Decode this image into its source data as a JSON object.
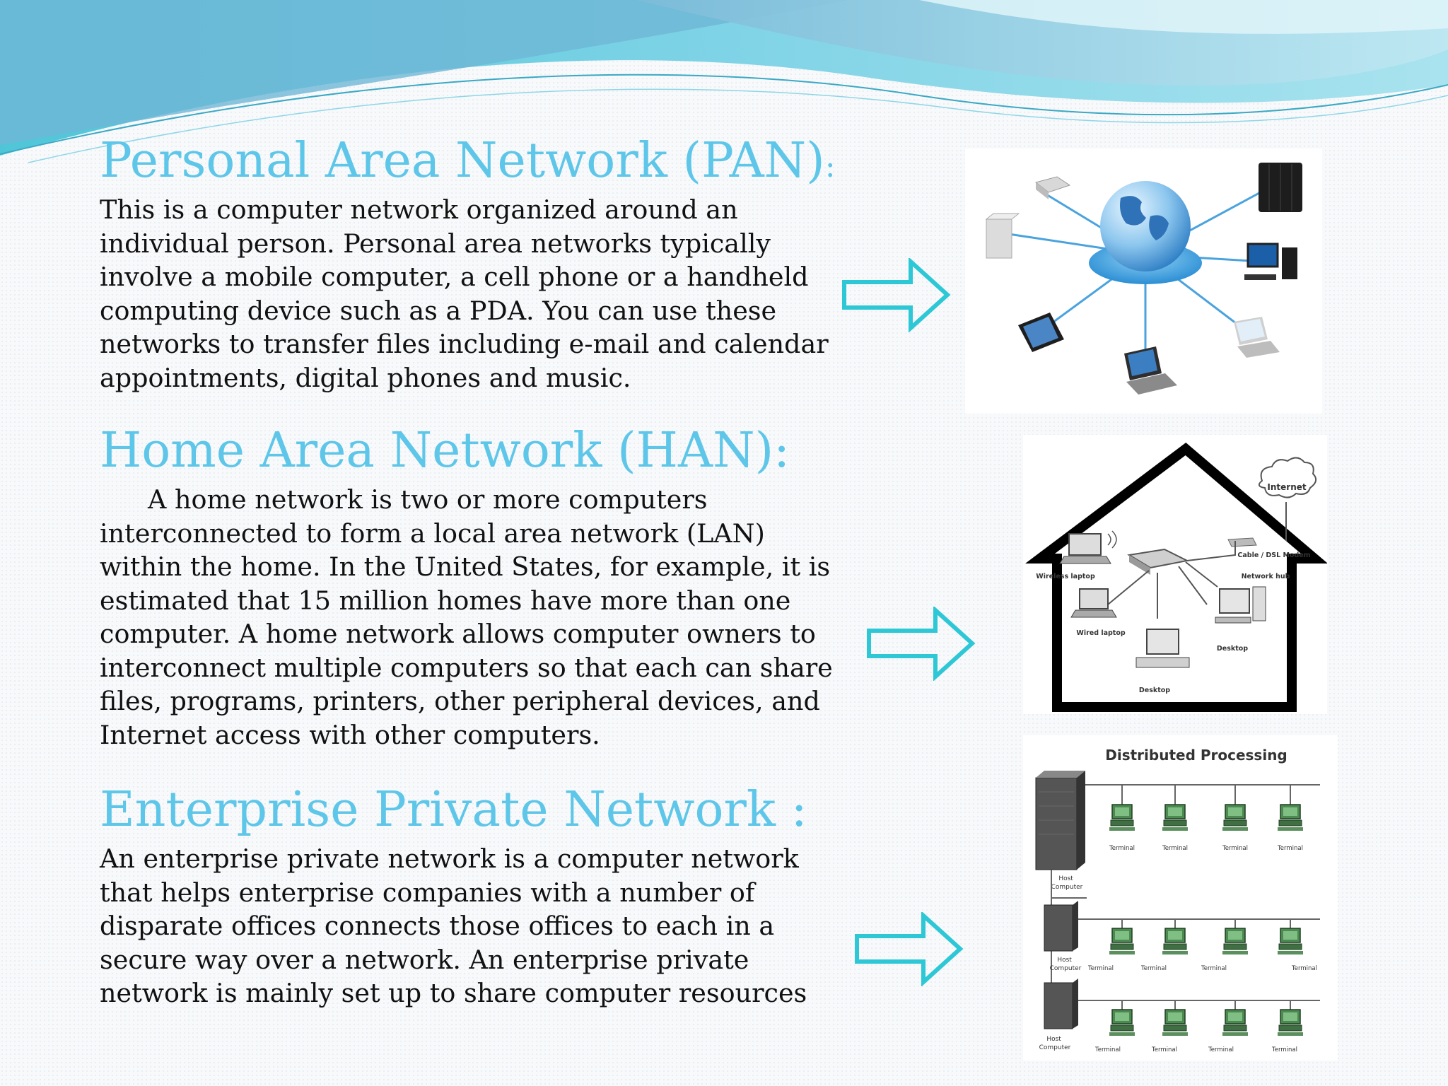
{
  "sections": {
    "pan": {
      "title": "Personal Area Network (PAN)",
      "title_suffix": ":",
      "body": "This is a computer network organized around an individual person. Personal area networks typically involve a mobile computer, a cell phone or a handheld computing device such as a PDA. You can use these networks to transfer files including e-mail and calendar appointments, digital phones and music."
    },
    "han": {
      "title": "Home Area Network (HAN):",
      "body": "A home network is two or more computers interconnected to form a local area network (LAN) within the home. In the United States, for example, it is estimated that 15 million homes have more than one computer. A home network allows computer owners to interconnect multiple computers so that each can share files, programs, printers, other peripheral devices, and Internet access with other computers."
    },
    "epn": {
      "title": "Enterprise Private Network :",
      "body": "An enterprise private network is a computer network that helps enterprise companies with a number of disparate offices connects those offices to each in a secure way over a network. An enterprise private network is mainly set up to share computer resources"
    }
  },
  "han_diagram": {
    "internet": "Internet",
    "modem": "Cable / DSL Modem",
    "wireless_laptop": "Wireless laptop",
    "network_hub": "Network hub",
    "wired_laptop": "Wired laptop",
    "desktop_right": "Desktop",
    "desktop_bottom": "Desktop"
  },
  "distributed_diagram": {
    "title": "Distributed Processing",
    "host_label_top": [
      "Host",
      "Computer"
    ],
    "host_label_mid": [
      "Host",
      "Computer"
    ],
    "host_label_bottom": [
      "Host",
      "Computer"
    ],
    "terminal": "Terminal"
  },
  "colors": {
    "heading": "#5ec6e8",
    "arrow": "#2ec7d6",
    "body_text": "#111111"
  }
}
